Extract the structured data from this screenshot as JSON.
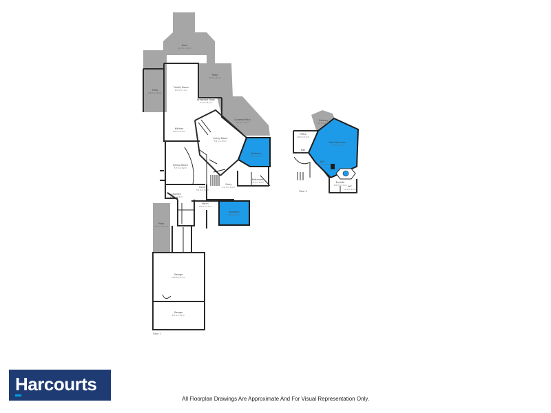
{
  "rooms": {
    "deck": {
      "name": "Deck",
      "dims": "11.3 m x 6.5 m"
    },
    "patio_left": {
      "name": "Patio",
      "dims": "2.8 m x 13.0 m"
    },
    "patio_top": {
      "name": "Patio",
      "dims": "3.8 m x 4.3 m"
    },
    "family_room": {
      "name": "Family Room",
      "dims": "8.5 m x 7.1 m"
    },
    "breakfast_nook": {
      "name": "Breakfast Nook",
      "dims": "3.2 m x 4.5 m"
    },
    "covered_patio": {
      "name": "Covered Patio",
      "dims": "6.2 m x 3.6 m"
    },
    "kitchen": {
      "name": "Kitchen",
      "dims": "5.8 m x 5.6 m"
    },
    "living_room": {
      "name": "Living Room",
      "dims": "5.9 m x 8.3 m"
    },
    "bedroom_1": {
      "name": "Bedroom",
      "dims": "4.1 m x 4.7 m"
    },
    "dining_room": {
      "name": "Dining Room",
      "dims": "5.7 m x 5.2 m"
    },
    "foyer": {
      "name": "Foyer",
      "dims": "3.8 m x 3.7 m"
    },
    "bathroom_1": {
      "name": "Bathroom",
      "dims": "2.6 m x 1.5 m"
    },
    "laundry": {
      "name": "Laundry",
      "dims": "2.1 m x 2.6 m"
    },
    "porch": {
      "name": "Porch",
      "dims": "3.6 m x 2.2 m"
    },
    "entry": {
      "name": "Entry",
      "dims": "2.4 m x 1.4 m"
    },
    "bedroom_2": {
      "name": "Bedroom",
      "dims": "4.9 m x 4.0 m"
    },
    "patio_lower": {
      "name": "Patio",
      "dims": "3.7 m x 11.5 m"
    },
    "garage_1": {
      "name": "Garage",
      "dims": "10.0 m x 6.7 m"
    },
    "garage_2": {
      "name": "Garage",
      "dims": "9.5 m x 5.1 m"
    },
    "balcony": {
      "name": "Balcony",
      "dims": "4.4 m x 1.8 m"
    },
    "office": {
      "name": "Office",
      "dims": "2.8 m x 3.6 m"
    },
    "primary_bedroom": {
      "name": "Main Bedroom",
      "dims": "7.0 m x 7.5 m"
    },
    "hall": {
      "name": "Hall",
      "dims": "3.4 m x 2.6 m"
    },
    "wic": {
      "name": "WIC",
      "dims": "2.5 m x 1.5 m"
    },
    "ensuite": {
      "name": "Ensuite",
      "dims": "4.0 m x 3.4 m"
    },
    "wc": {
      "name": "WC",
      "dims": "1.6 m x 1.2 m"
    }
  },
  "floors": {
    "floor_1": "Floor 1",
    "floor_2": "Floor 2"
  },
  "brand": {
    "logo": "Harcourts"
  },
  "disclaimer": "All Floorplan Drawings Are Approximate And For Visual Representation Only.",
  "colors": {
    "room_highlight": "#1e9be8",
    "exterior": "#a6a6a6",
    "brand_navy": "#1f3b73",
    "brand_accent": "#00a0e3"
  }
}
